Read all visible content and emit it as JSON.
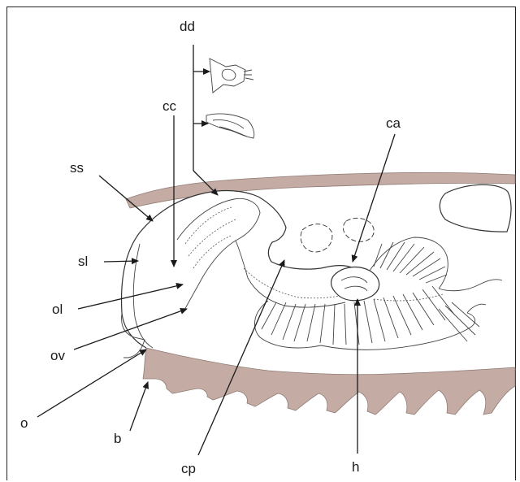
{
  "labels": {
    "dd": "dd",
    "cc": "cc",
    "ca": "ca",
    "ss": "ss",
    "sl": "sl",
    "ol": "ol",
    "ov": "ov",
    "o": "o",
    "b": "b",
    "cp": "cp",
    "h": "h"
  },
  "colors": {
    "tissue": "#c4aca4",
    "line": "#1a1a1a",
    "outline": "#333333",
    "background": "#ffffff"
  }
}
